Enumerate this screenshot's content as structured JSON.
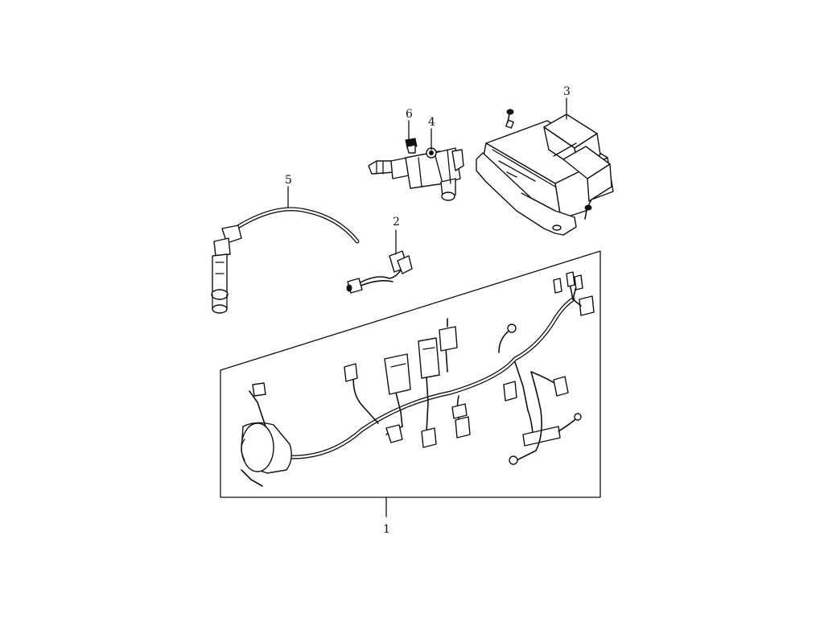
{
  "callouts": [
    {
      "id": "1",
      "label": "1",
      "part": "main-wiring-harness"
    },
    {
      "id": "2",
      "label": "2",
      "part": "sensor-connector"
    },
    {
      "id": "3",
      "label": "3",
      "part": "ecu-control-unit"
    },
    {
      "id": "4",
      "label": "4",
      "part": "ignition-coil"
    },
    {
      "id": "5",
      "label": "5",
      "part": "high-tension-lead"
    },
    {
      "id": "6",
      "label": "6",
      "part": "bolt"
    }
  ],
  "colors": {
    "line": "#111111",
    "background": "#ffffff"
  }
}
